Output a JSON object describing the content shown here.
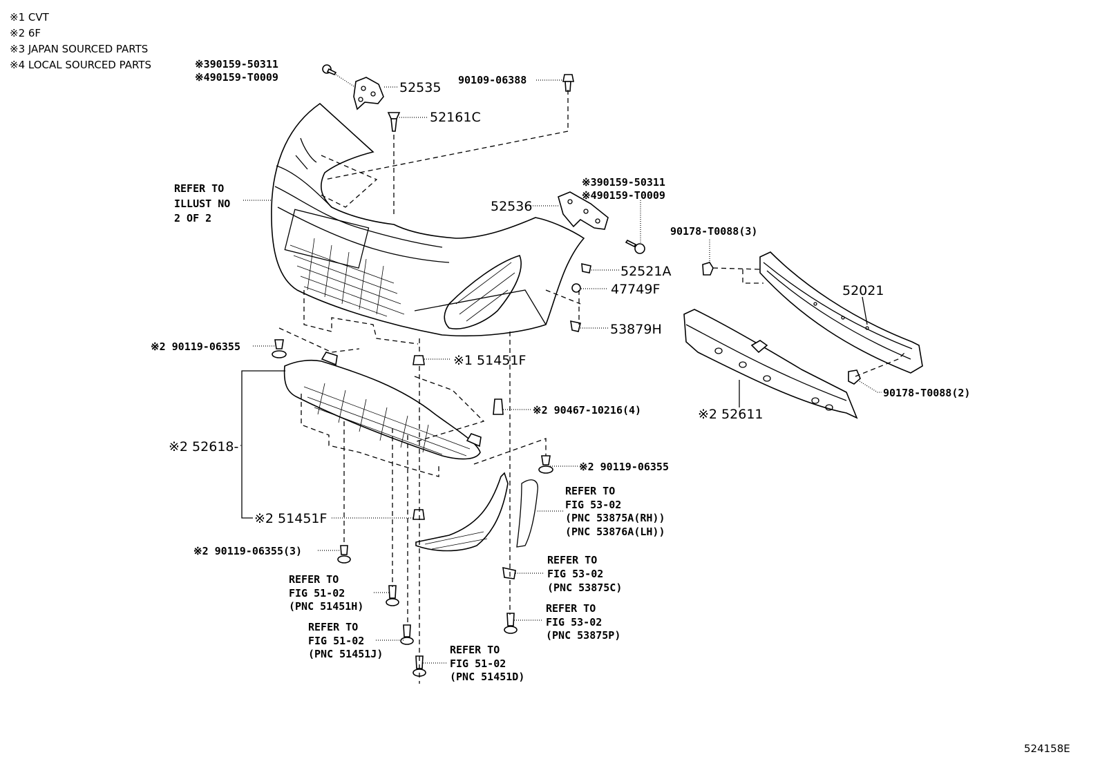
{
  "notes": [
    "※1 CVT",
    "※2 6F",
    "※3 JAPAN SOURCED PARTS",
    "※4 LOCAL SOURCED PARTS"
  ],
  "callouts": {
    "c90159_3_top": "※390159-50311",
    "c90159_4_top": "※490159-T0009",
    "c52535": "52535",
    "c90109": "90109-06388",
    "c52161C": "52161C",
    "refer_illust": [
      "REFER TO",
      "ILLUST NO",
      "2 OF 2"
    ],
    "c90159_3_mid": "※390159-50311",
    "c90159_4_mid": "※490159-T0009",
    "c52536": "52536",
    "c90178_3": "90178-T0088(3)",
    "c52521A": "52521A",
    "c47749F": "47749F",
    "c53879H": "53879H",
    "c52021": "52021",
    "c90119_left": "※2 90119-06355",
    "c51451F_top": "※1 51451F",
    "c90178_2": "90178-T0088(2)",
    "c90467": "※2 90467-10216(4)",
    "c52611": "※2 52611",
    "c52618": "※2 52618-",
    "c90119_right": "※2 90119-06355",
    "refer_53875A": [
      "REFER TO",
      "FIG 53-02",
      "(PNC 53875A(RH))",
      "(PNC 53876A(LH))"
    ],
    "c51451F_bottom": "※2 51451F",
    "c90119_3": "※2 90119-06355(3)",
    "refer_53875C": [
      "REFER TO",
      "FIG 53-02",
      "(PNC 53875C)"
    ],
    "refer_51451H": [
      "REFER TO",
      "FIG 51-02",
      "(PNC 51451H)"
    ],
    "refer_53875P": [
      "REFER TO",
      "FIG 53-02",
      "(PNC 53875P)"
    ],
    "refer_51451J": [
      "REFER TO",
      "FIG 51-02",
      "(PNC 51451J)"
    ],
    "refer_51451D": [
      "REFER TO",
      "FIG 51-02",
      "(PNC 51451D)"
    ]
  },
  "figure_id": "524158E"
}
